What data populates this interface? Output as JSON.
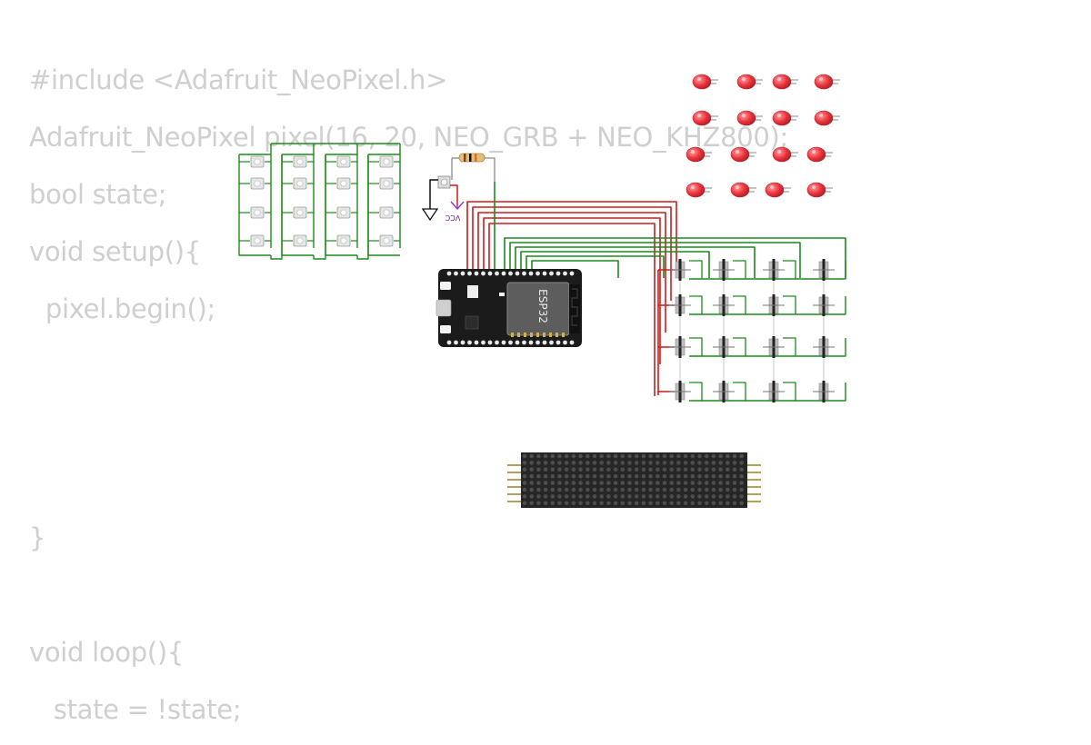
{
  "code": {
    "lines": [
      "#include <Adafruit_NeoPixel.h>",
      "Adafruit_NeoPixel pixel(16, 20, NEO_GRB + NEO_KHZ800);",
      "bool state;",
      "void setup(){",
      "  pixel.begin();",
      "",
      "",
      "",
      "}",
      "",
      "void loop(){",
      "   state = !state;"
    ]
  },
  "circuit": {
    "board_label": "ESP32",
    "vcc_label": "VCC",
    "wire_colors": {
      "red": "#d21a1a",
      "green": "#1c8a1c",
      "black": "#111111",
      "purple": "#9b2fc4"
    },
    "led_color": "#e8323a",
    "matrix_color": "#262626"
  }
}
